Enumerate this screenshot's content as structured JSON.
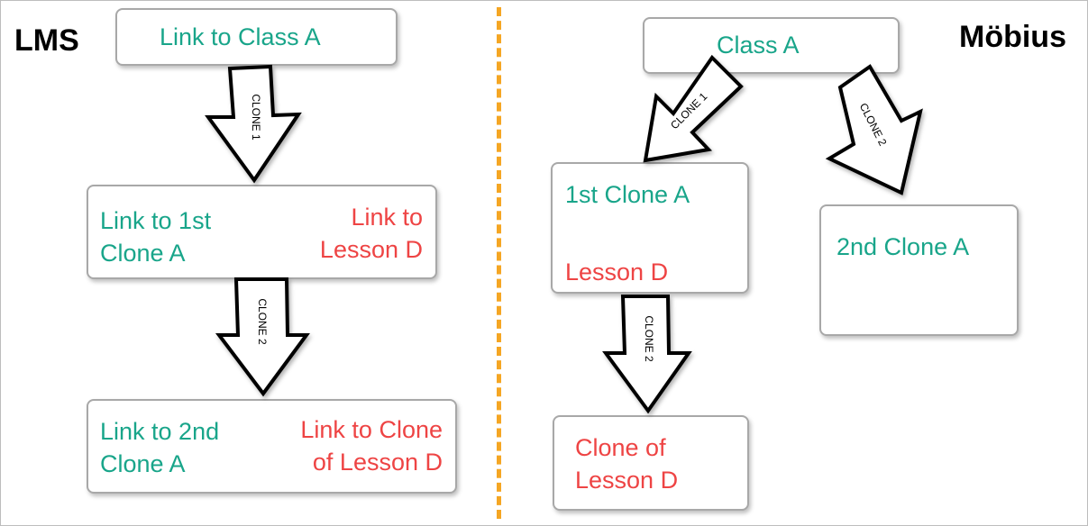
{
  "colors": {
    "link": "#19a58a",
    "lesson": "#ee4444",
    "divider": "#f5a623"
  },
  "lms": {
    "title": "LMS",
    "box1": {
      "text": "Link to Class A"
    },
    "box2": {
      "left": "Link to 1st\nClone A",
      "right": "Link to\nLesson D"
    },
    "box3": {
      "left": "Link to 2nd\nClone A",
      "right": "Link to Clone\nof Lesson D"
    },
    "arrow1": "CLONE 1",
    "arrow2": "CLONE 2"
  },
  "mobius": {
    "title": "Möbius",
    "class_box": {
      "text": "Class A"
    },
    "clone1_box": {
      "text": "1st Clone A",
      "lesson": "Lesson D"
    },
    "clone2_box": {
      "text": "2nd Clone A"
    },
    "clone_lesson_box": {
      "text": "Clone of\nLesson D"
    },
    "arrow_clone1": "CLONE 1",
    "arrow_clone2": "CLONE 2",
    "arrow_clone2_down": "CLONE 2"
  }
}
